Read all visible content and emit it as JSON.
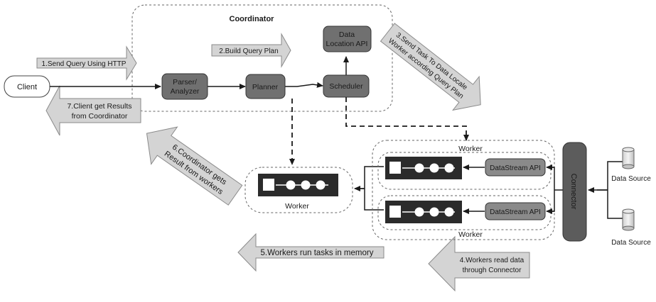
{
  "coordinator": {
    "title": "Coordinator"
  },
  "client": {
    "label": "Client"
  },
  "parser": {
    "label_line1": "Parser/",
    "label_line2": "Analyzer"
  },
  "planner": {
    "label": "Planner"
  },
  "scheduler": {
    "label": "Scheduler"
  },
  "data_location_api": {
    "label_line1": "Data",
    "label_line2": "Location API"
  },
  "steps": {
    "step1": "1.Send Query Using HTTP",
    "step2": "2.Build Query Plan",
    "step3_line1": "3.Send Task To Data Locale",
    "step3_line2": "Worker according Query Plan",
    "step4_line1": "4.Workers read data",
    "step4_line2": "through Connector",
    "step5": "5.Workers run tasks in memory",
    "step6_line1": "6.Coordinator gets",
    "step6_line2": "Result from workers",
    "step7_line1": "7.Client get Results",
    "step7_line2": "from Coordinator"
  },
  "workers": {
    "middle_label": "Worker",
    "top_label": "Worker",
    "bottom_label": "Worker",
    "datastream_top": "DataStream API",
    "datastream_bottom": "DataStream API"
  },
  "connector": {
    "label": "Connector"
  },
  "data_sources": {
    "top": "Data Source",
    "bottom": "Data Source"
  },
  "colors": {
    "arrow_fill": "#d4d4d4",
    "box_fill": "#707070",
    "api_fill": "#8a8a8a",
    "pipeline_fill": "#2b2b2b",
    "connector_fill": "#5c5c5c"
  }
}
